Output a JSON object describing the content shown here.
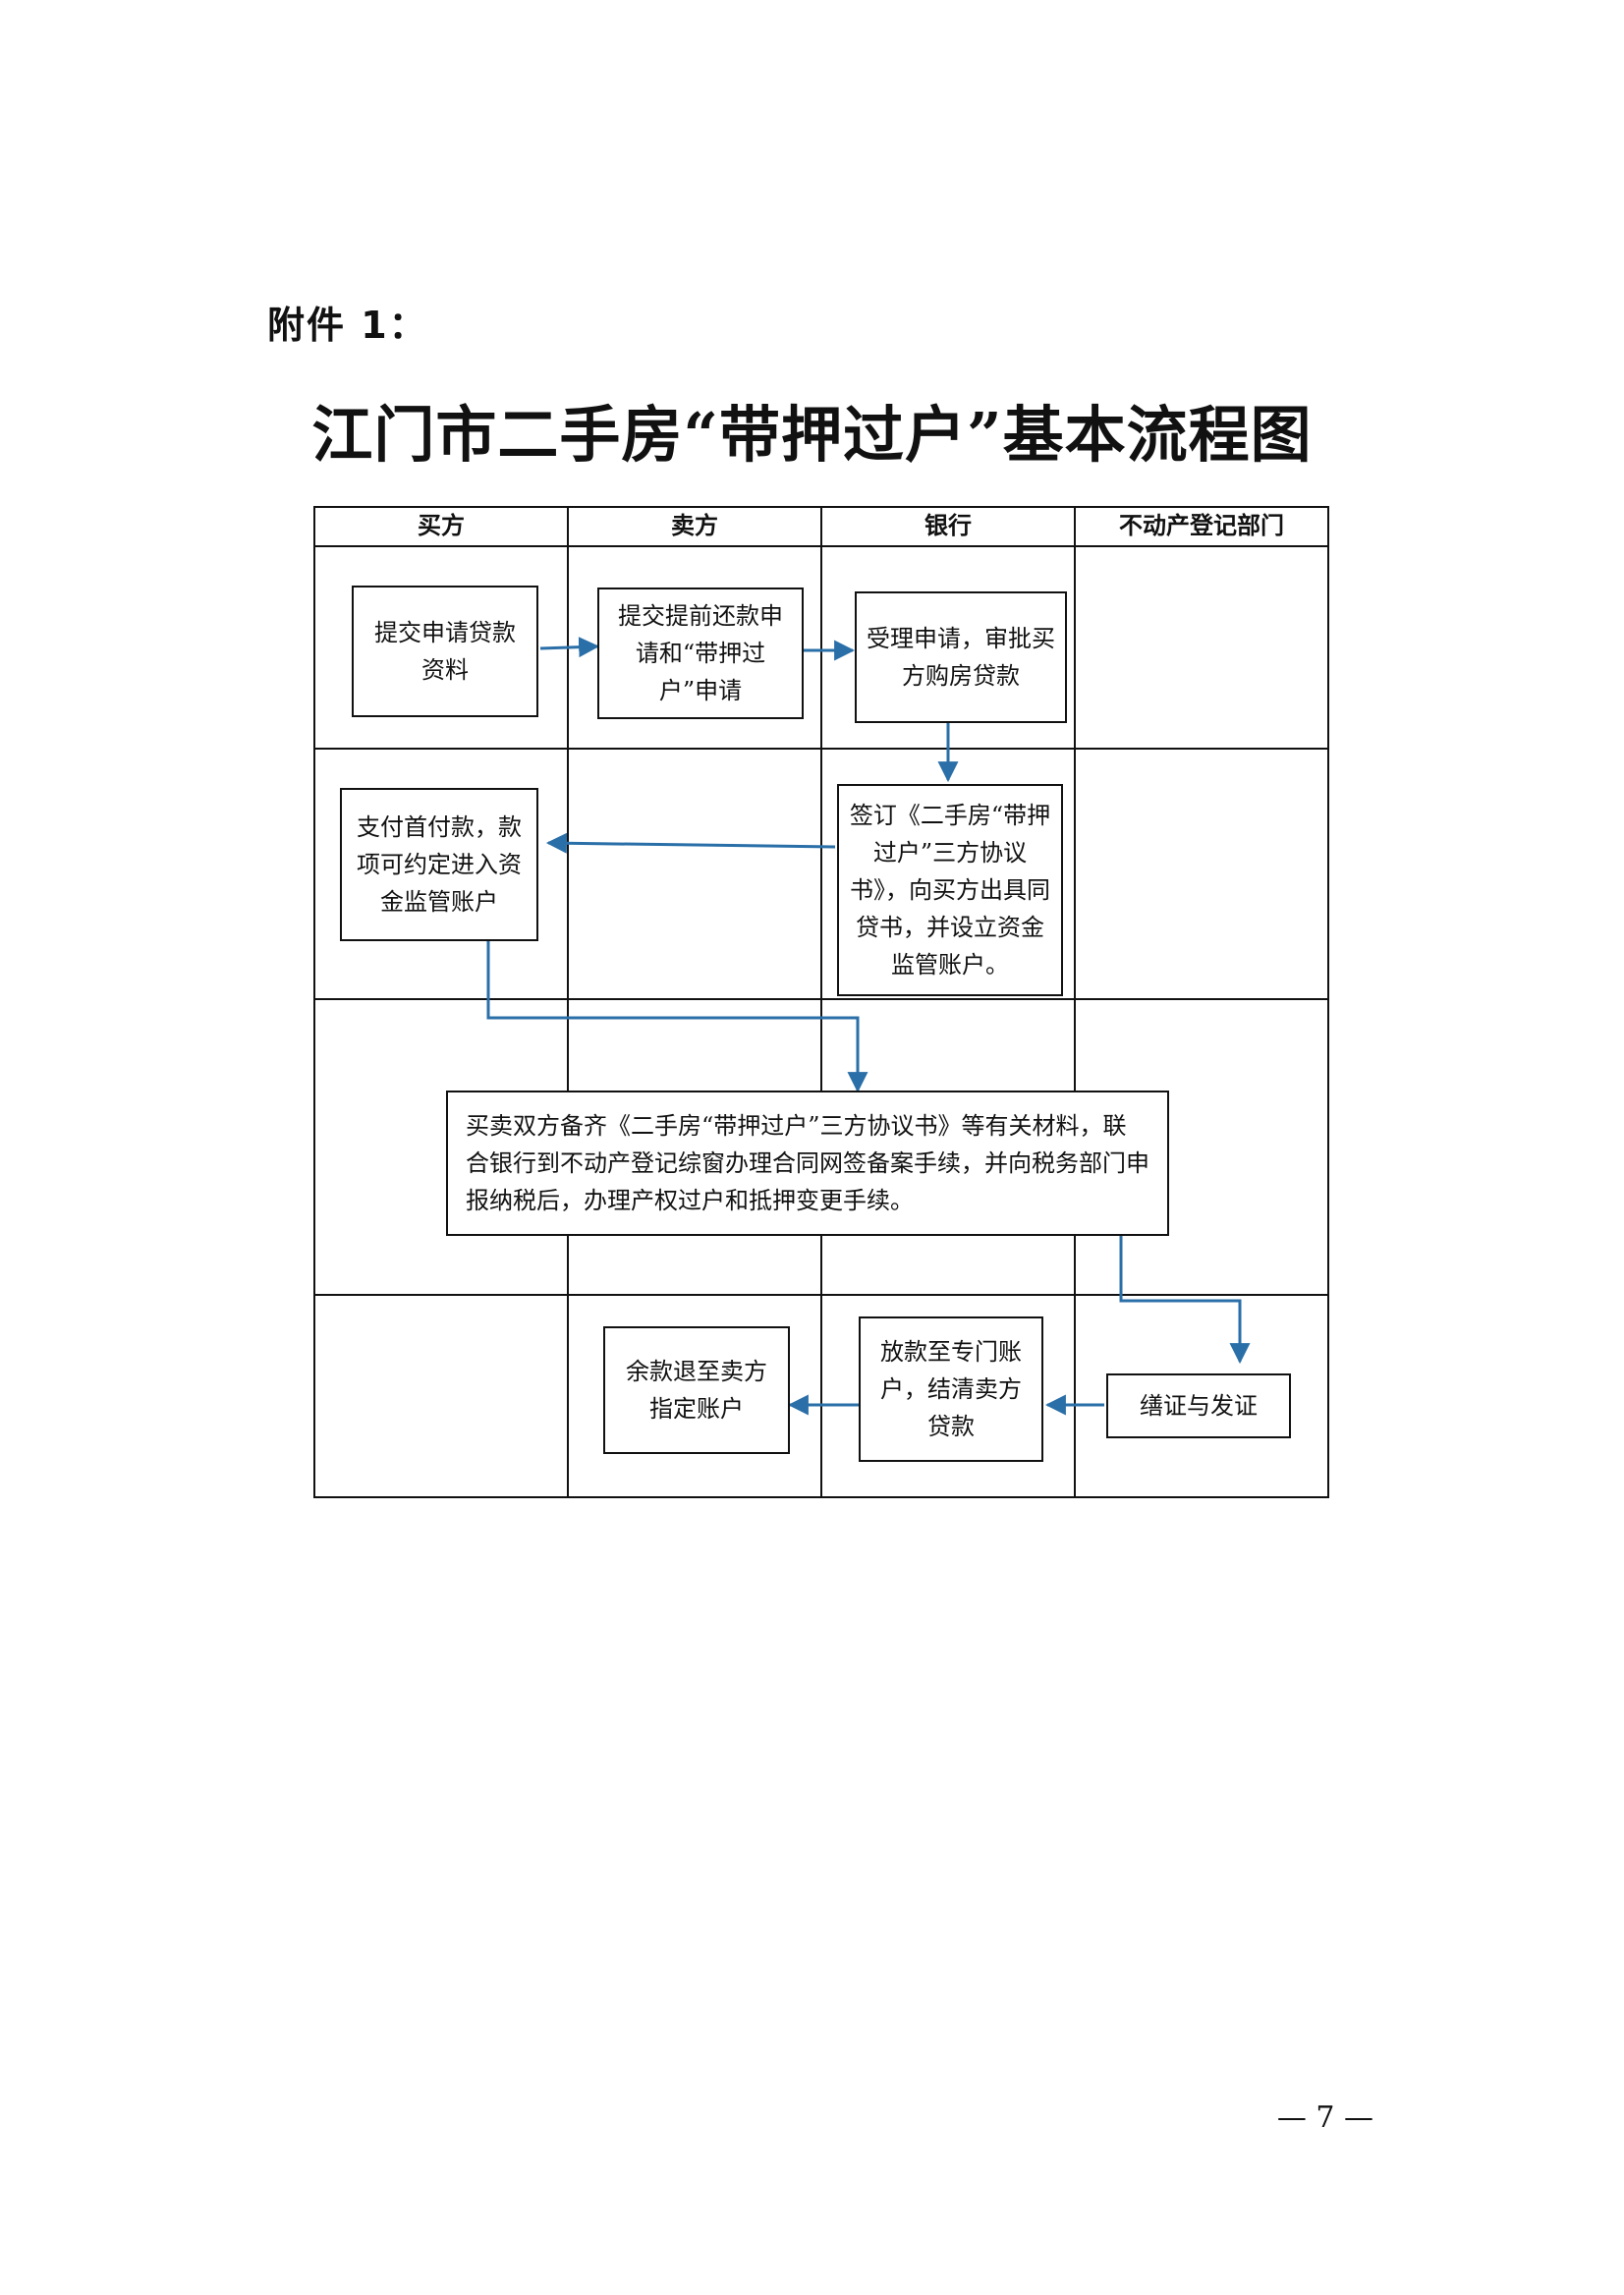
{
  "attachment_label": "附件 1：",
  "title": "江门市二手房“带押过户”基本流程图",
  "lanes": [
    "买方",
    "卖方",
    "银行",
    "不动产登记部门"
  ],
  "steps": {
    "buyer_submit": "提交申请贷款资料",
    "seller_apply": "提交提前还款申请和“带押过户”申请",
    "bank_approve": "受理申请，审批买方购房贷款",
    "bank_sign": "签订《二手房“带押过户”三方协议书》，向买方出具同贷书，并设立资金监管账户。",
    "buyer_pay": "支付首付款，款项可约定进入资金监管账户",
    "joint_register": "买卖双方备齐《二手房“带押过户”三方协议书》等有关材料，联合银行到不动产登记综窗办理合同网签备案手续，并向税务部门申报纳税后，办理产权过户和抵押变更手续。",
    "registry_issue": "缮证与发证",
    "bank_release": "放款至专门账户，结清卖方贷款",
    "seller_refund": "余款退至卖方指定账户"
  },
  "page_number": "— 7 —",
  "colors": {
    "arrow": "#2a6fa8",
    "line": "#111111"
  }
}
